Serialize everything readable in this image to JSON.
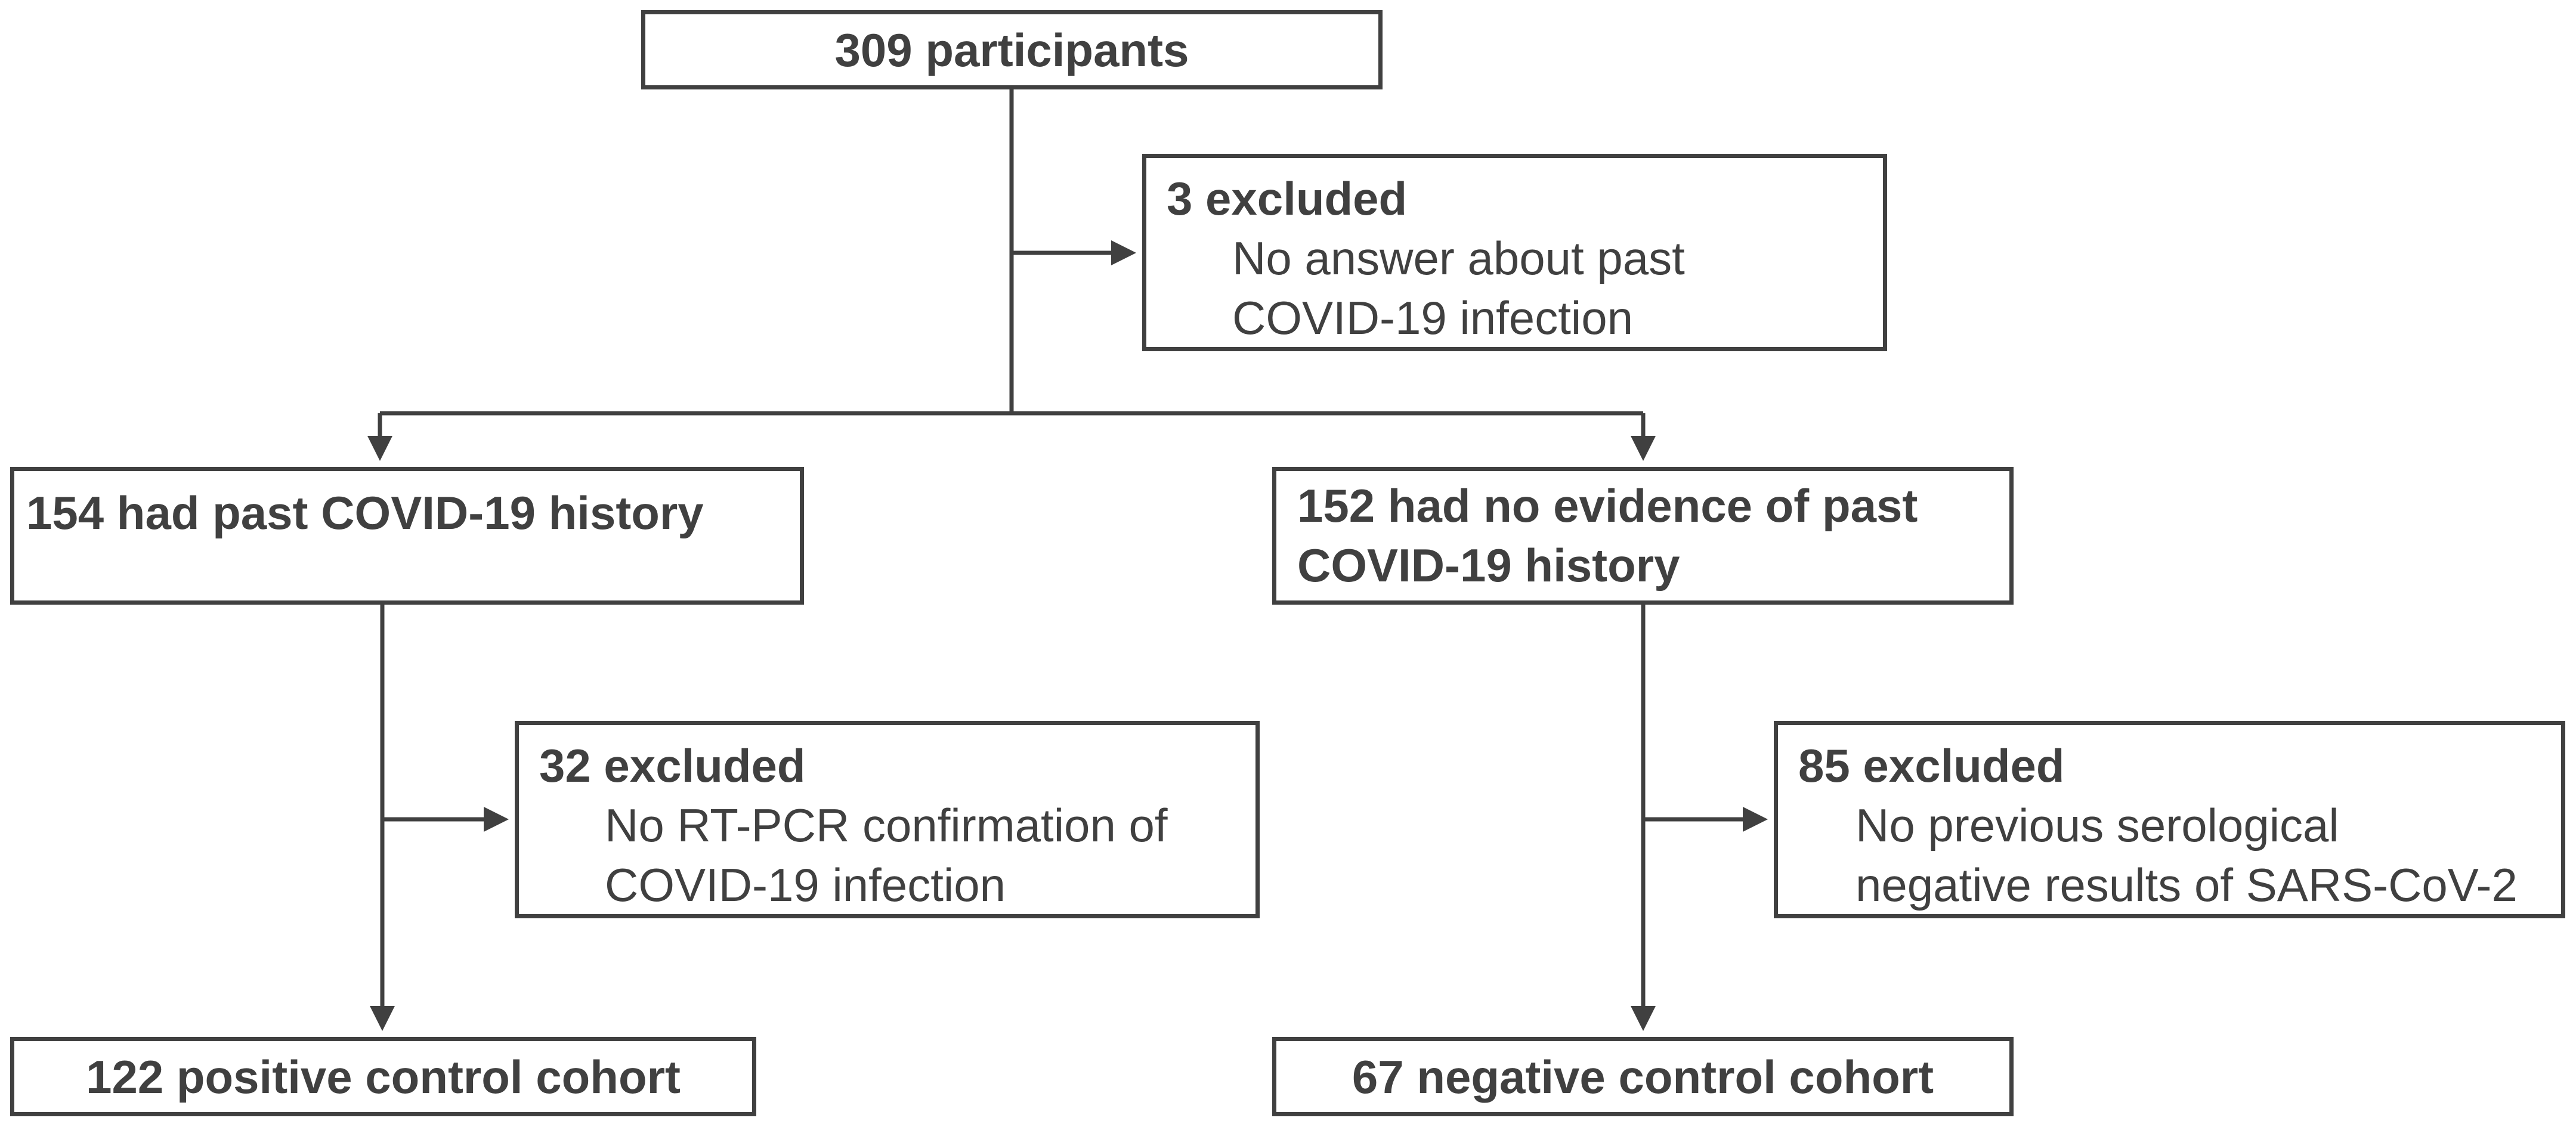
{
  "flowchart": {
    "total": {
      "title": "309 participants"
    },
    "exclusion_1": {
      "title": "3 excluded",
      "reason_lines": [
        "No answer about past",
        "COVID-19 infection"
      ]
    },
    "left_branch": {
      "title": "154 had past COVID-19 history"
    },
    "right_branch": {
      "title_lines": [
        "152 had no evidence of past",
        "COVID-19 history"
      ]
    },
    "exclusion_2": {
      "title": "32 excluded",
      "reason_lines": [
        "No RT-PCR confirmation of",
        "COVID-19 infection"
      ]
    },
    "exclusion_3": {
      "title": "85 excluded",
      "reason_lines": [
        "No previous serological",
        "negative results of SARS-CoV-2"
      ]
    },
    "positive_cohort": {
      "title": "122 positive control cohort"
    },
    "negative_cohort": {
      "title": "67 negative control cohort"
    }
  },
  "colors": {
    "line": "#404040",
    "text": "#404040",
    "background": "#ffffff"
  }
}
